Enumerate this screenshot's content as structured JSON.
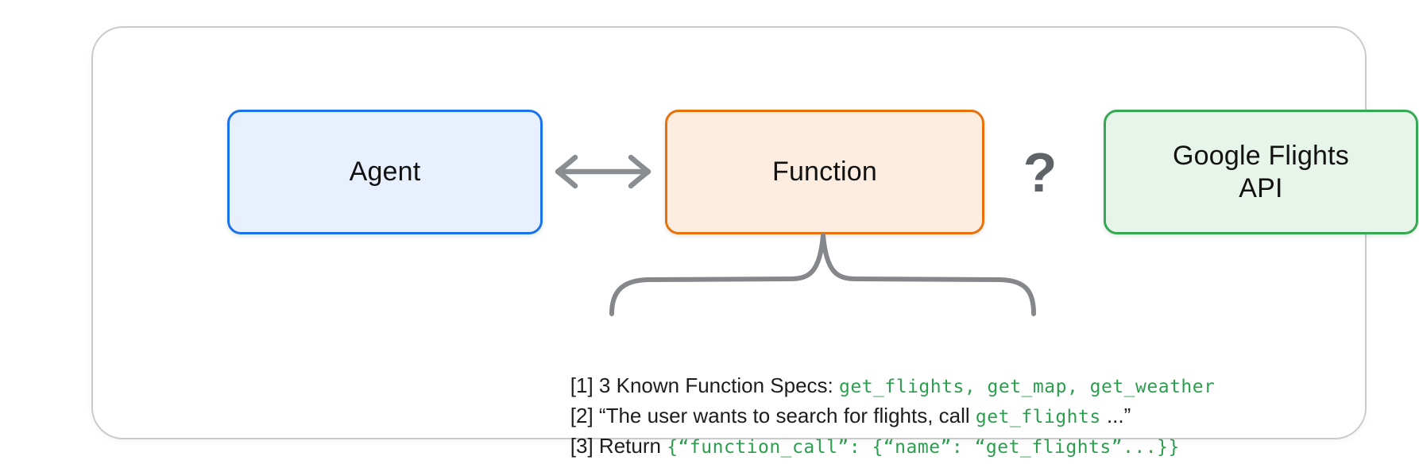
{
  "boxes": {
    "agent": {
      "label": "Agent",
      "border_color": "#1a73e8",
      "fill_color": "#e8f0fe"
    },
    "function": {
      "label": "Function",
      "border_color": "#e8710a",
      "fill_color": "#fcede0"
    },
    "api": {
      "label": "Google Flights\nAPI",
      "border_color": "#34a853",
      "fill_color": "#e6f4ea"
    }
  },
  "connectors": {
    "arrow_icon": "bidirectional-arrow",
    "question_mark": "?",
    "brace_icon": "curly-brace",
    "connector_color": "#8a8d91",
    "question_mark_color": "#5f6368"
  },
  "notes": {
    "text_color": "#1c1d1f",
    "code_color": "#2d9e4f",
    "lines": [
      {
        "prefix": "[1] 3 Known Function Specs: ",
        "code": "get_flights, get_map, get_weather",
        "suffix": ""
      },
      {
        "prefix": "[2] “The user wants to search for flights, call ",
        "code": "get_flights",
        "suffix": " ...”"
      },
      {
        "prefix": "[3] Return ",
        "code": "{“function_call”: {“name”: “get_flights”...}}",
        "suffix": ""
      }
    ]
  }
}
